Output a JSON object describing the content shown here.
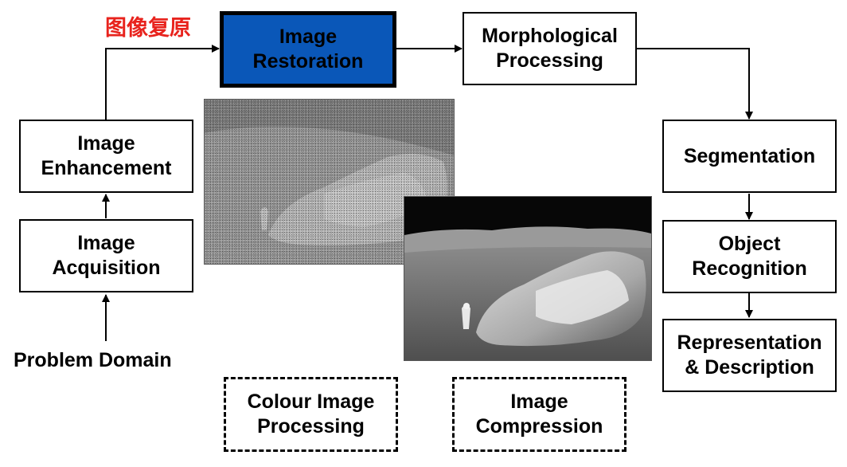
{
  "stages": {
    "problem_domain": "Problem Domain",
    "acquisition": "Image\nAcquisition",
    "enhancement": "Image\nEnhancement",
    "restoration": "Image\nRestoration",
    "restoration_cn": "图像复原",
    "morphological": "Morphological\nProcessing",
    "segmentation": "Segmentation",
    "object_recognition": "Object\nRecognition",
    "representation": "Representation\n& Description",
    "colour": "Colour Image\nProcessing",
    "compression": "Image\nCompression"
  },
  "highlight_color": "#0a57b8",
  "label_color": "#e8231d"
}
